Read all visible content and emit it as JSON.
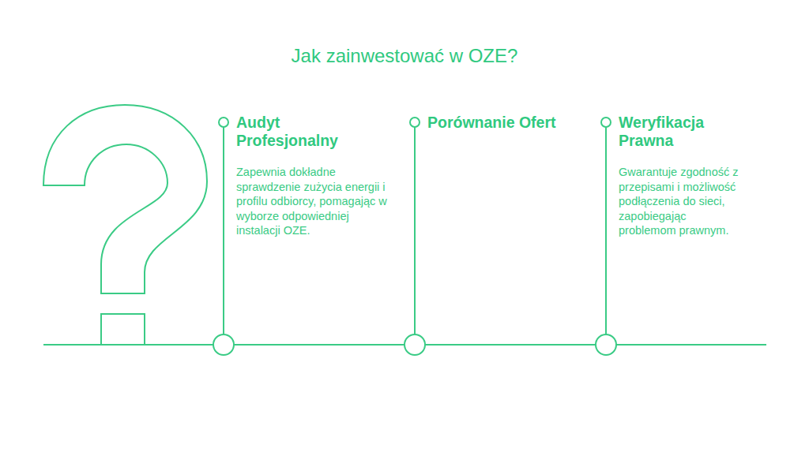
{
  "diagram": {
    "title": "Jak zainwestować w OZE?",
    "nodes": [
      {
        "text": [
          "Audyt Profesjonalny",
          "Zapewnia dokładne sprawdzenie zużycia energii i profilu odbiorcy, pomagając w wyborze odpowiedniej instalacji OZE."
        ]
      },
      {
        "text": [
          "Porównanie Ofert"
        ]
      },
      {
        "text": [
          "Weryfikacja Prawna",
          "Gwarantuje zgodność z przepisami i możliwość podłączenia do sieci, zapobiegając problemom prawnym."
        ]
      }
    ],
    "edges": [
      {
        "from": 0,
        "to": 1,
        "arrow": "none"
      },
      {
        "from": 1,
        "to": 2,
        "arrow": "none"
      }
    ]
  }
}
